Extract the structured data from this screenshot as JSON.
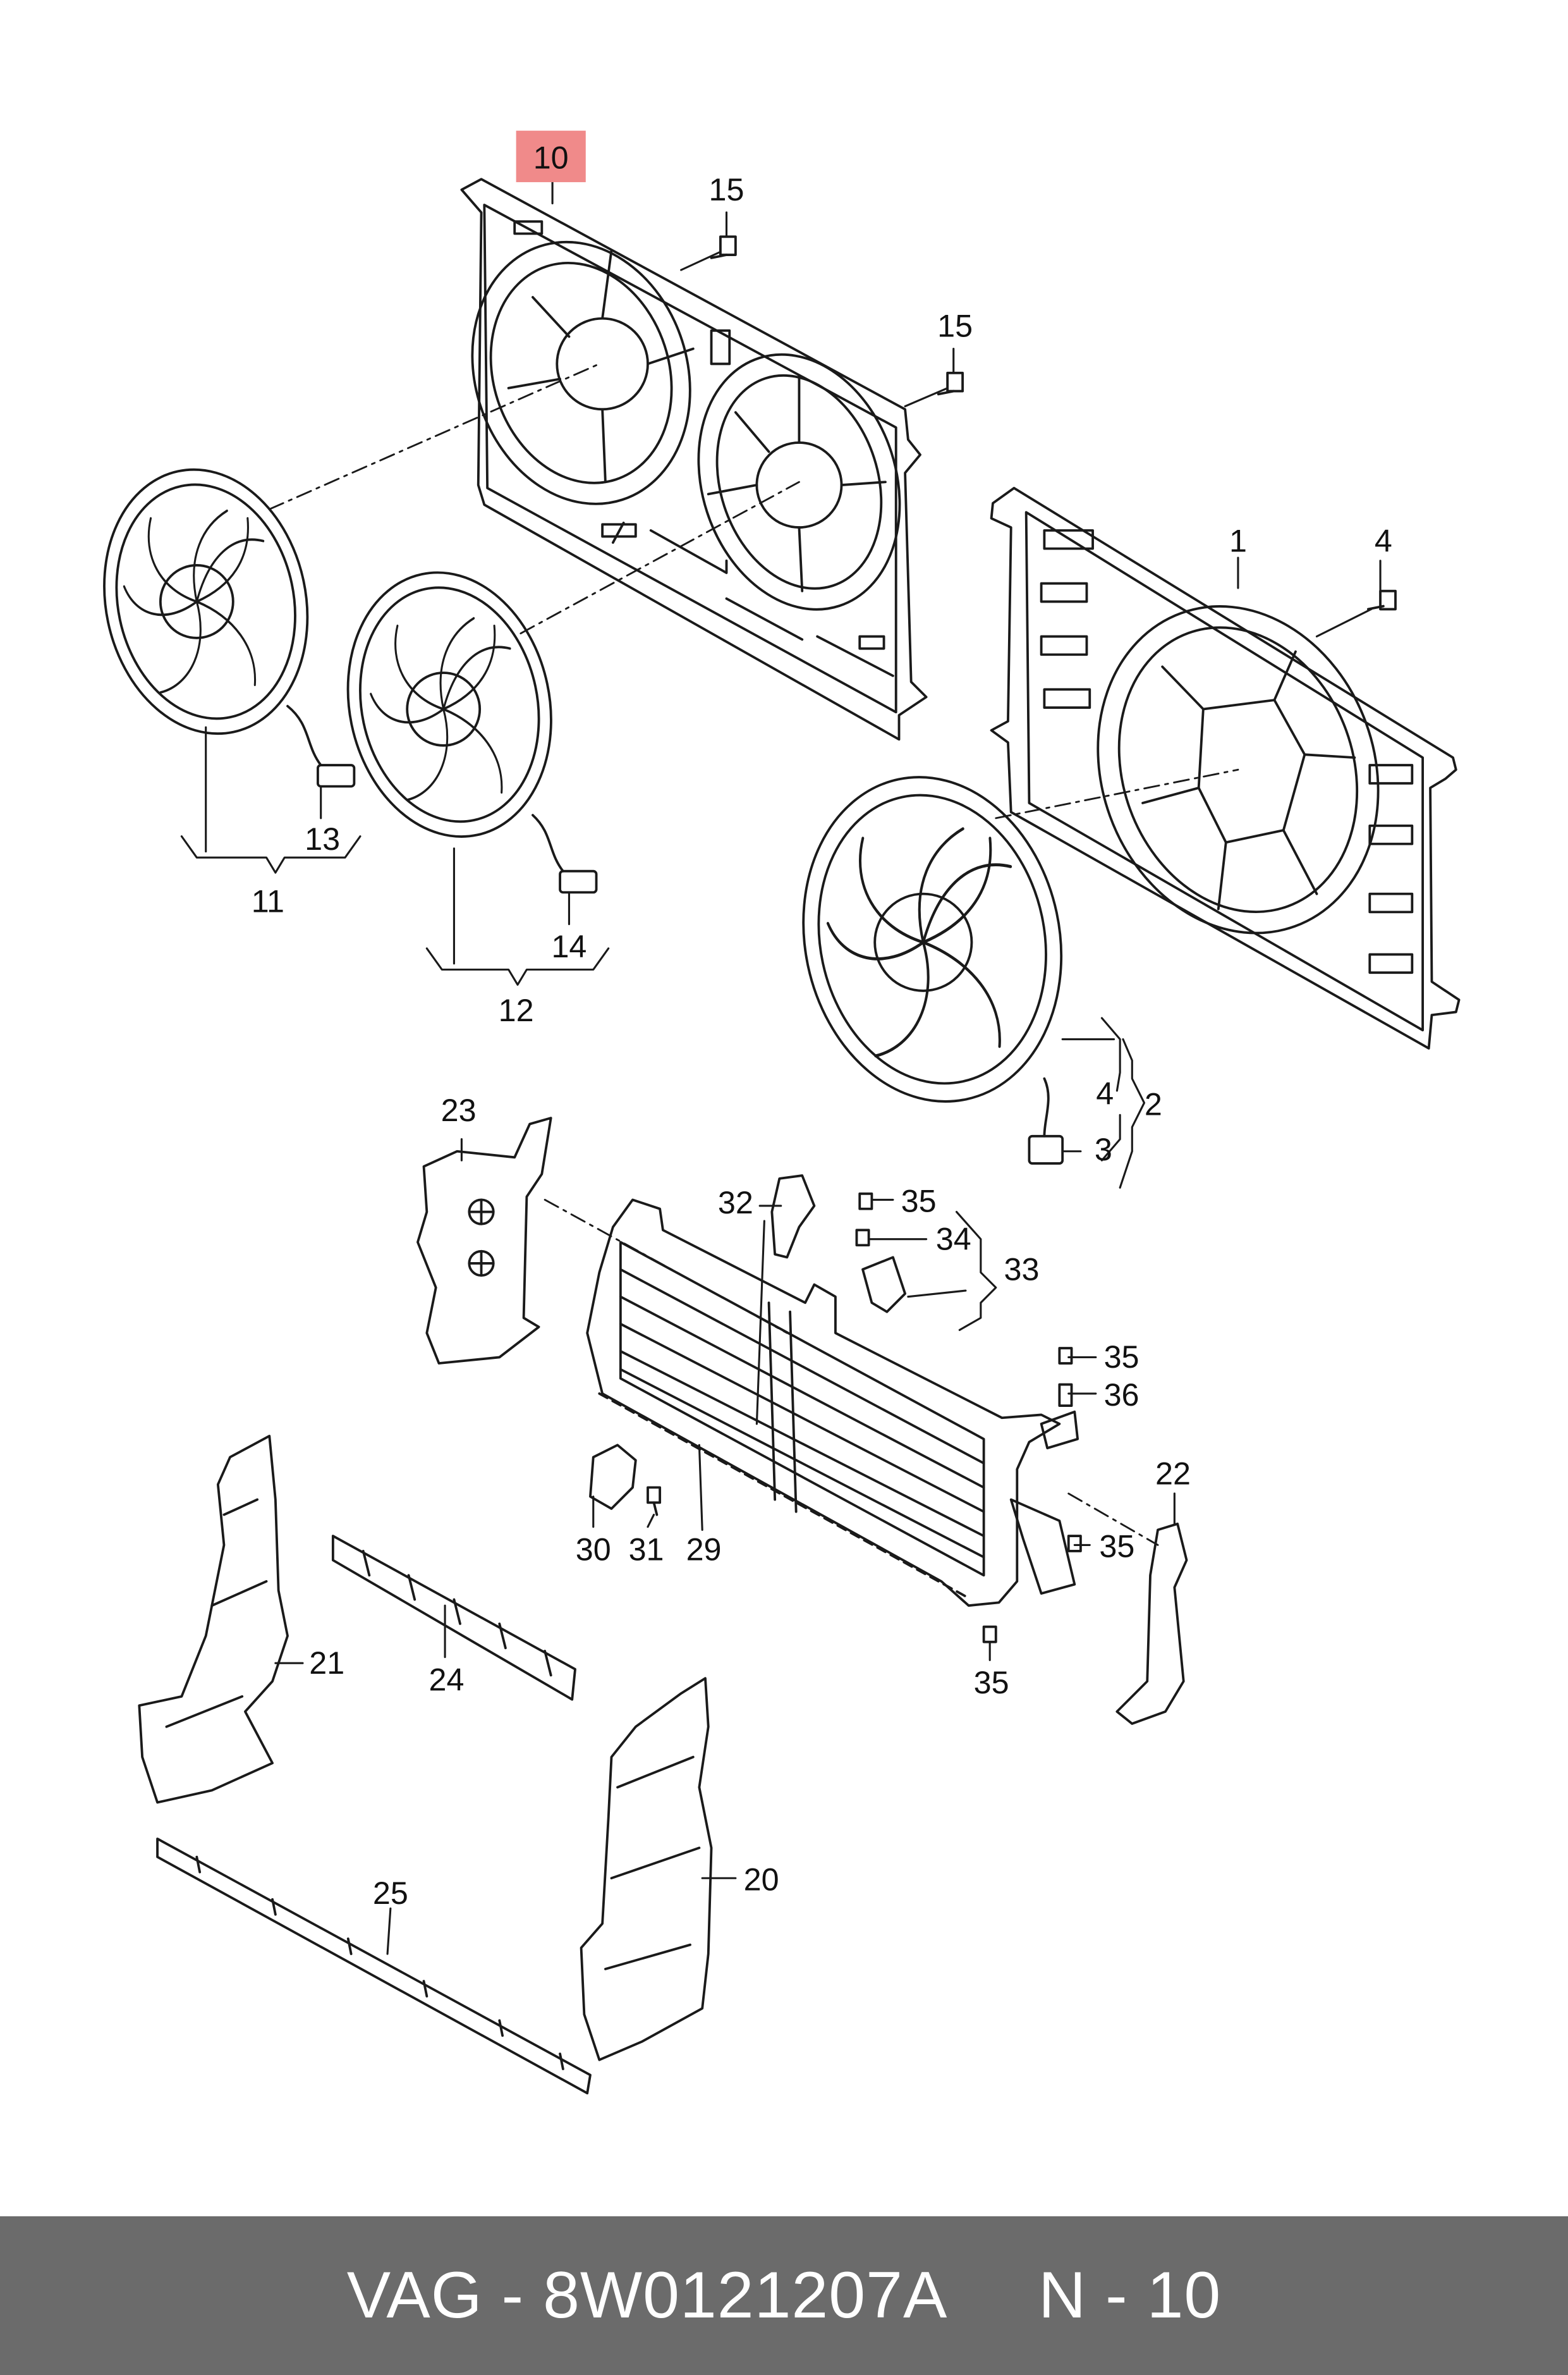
{
  "diagram": {
    "highlight_color": "#f08a8a",
    "line_color": "#1a1a1a",
    "callouts": {
      "c10": "10",
      "c15a": "15",
      "c15b": "15",
      "c1": "1",
      "c4a": "4",
      "c13": "13",
      "c11": "11",
      "c14": "14",
      "c12": "12",
      "c4b": "4",
      "c2": "2",
      "c3": "3",
      "c23": "23",
      "c32": "32",
      "c35a": "35",
      "c34": "34",
      "c33": "33",
      "c35b": "35",
      "c36": "36",
      "c22": "22",
      "c30": "30",
      "c31": "31",
      "c29": "29",
      "c35c": "35",
      "c35d": "35",
      "c21": "21",
      "c24": "24",
      "c25": "25",
      "c20": "20"
    }
  },
  "footer": {
    "text": "VAG - 8W0121207A     N - 10",
    "background": "#6b6b6b"
  }
}
